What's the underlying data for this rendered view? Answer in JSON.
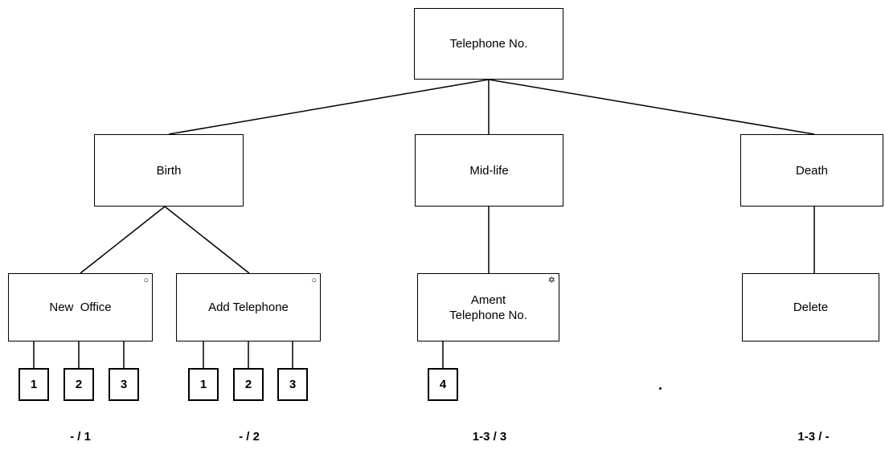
{
  "root": {
    "label": "Telephone No."
  },
  "phases": [
    {
      "label": "Birth"
    },
    {
      "label": "Mid-life"
    },
    {
      "label": "Death"
    }
  ],
  "events": [
    {
      "label": "New  Office",
      "marker": "○"
    },
    {
      "label": "Add Telephone",
      "marker": "○"
    },
    {
      "label": "Ament\nTelephone No.",
      "marker": "✡"
    },
    {
      "label": "Delete",
      "marker": ""
    }
  ],
  "operations": {
    "new_office": [
      "1",
      "2",
      "3"
    ],
    "add_telephone": [
      "1",
      "2",
      "3"
    ],
    "ament": [
      "4"
    ]
  },
  "captions": [
    "- / 1",
    "- / 2",
    "1-3 / 3",
    "1-3 / -"
  ],
  "colors": {
    "line": "#000000",
    "background": "#ffffff"
  }
}
